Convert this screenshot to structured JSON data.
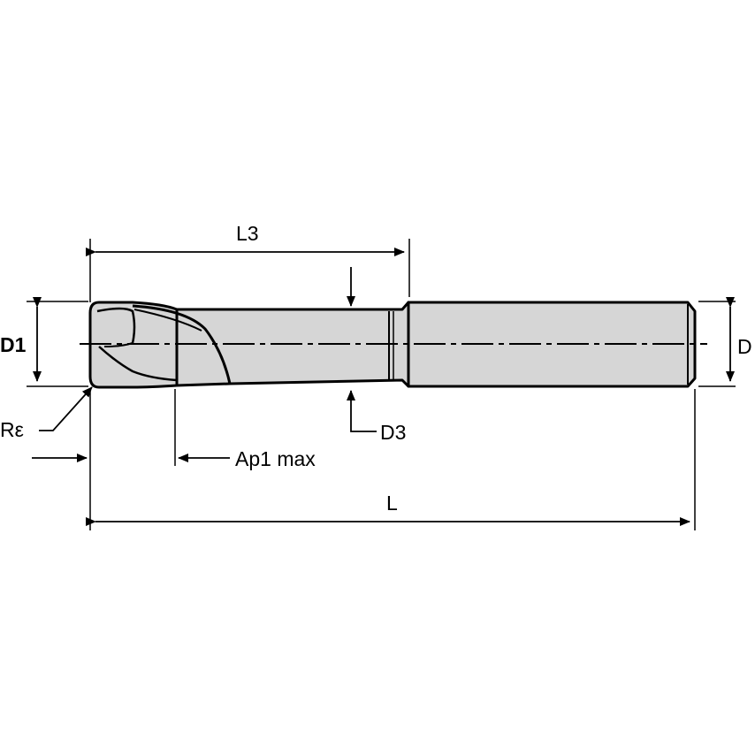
{
  "labels": {
    "l3": "L3",
    "d1": "D1",
    "d": "D",
    "r_epsilon": "Rε",
    "d3": "D3",
    "ap1_max": "Ap1 max",
    "l": "L"
  },
  "colors": {
    "tool_fill": "#d6d6d6",
    "line": "#000000",
    "background": "#ffffff"
  }
}
